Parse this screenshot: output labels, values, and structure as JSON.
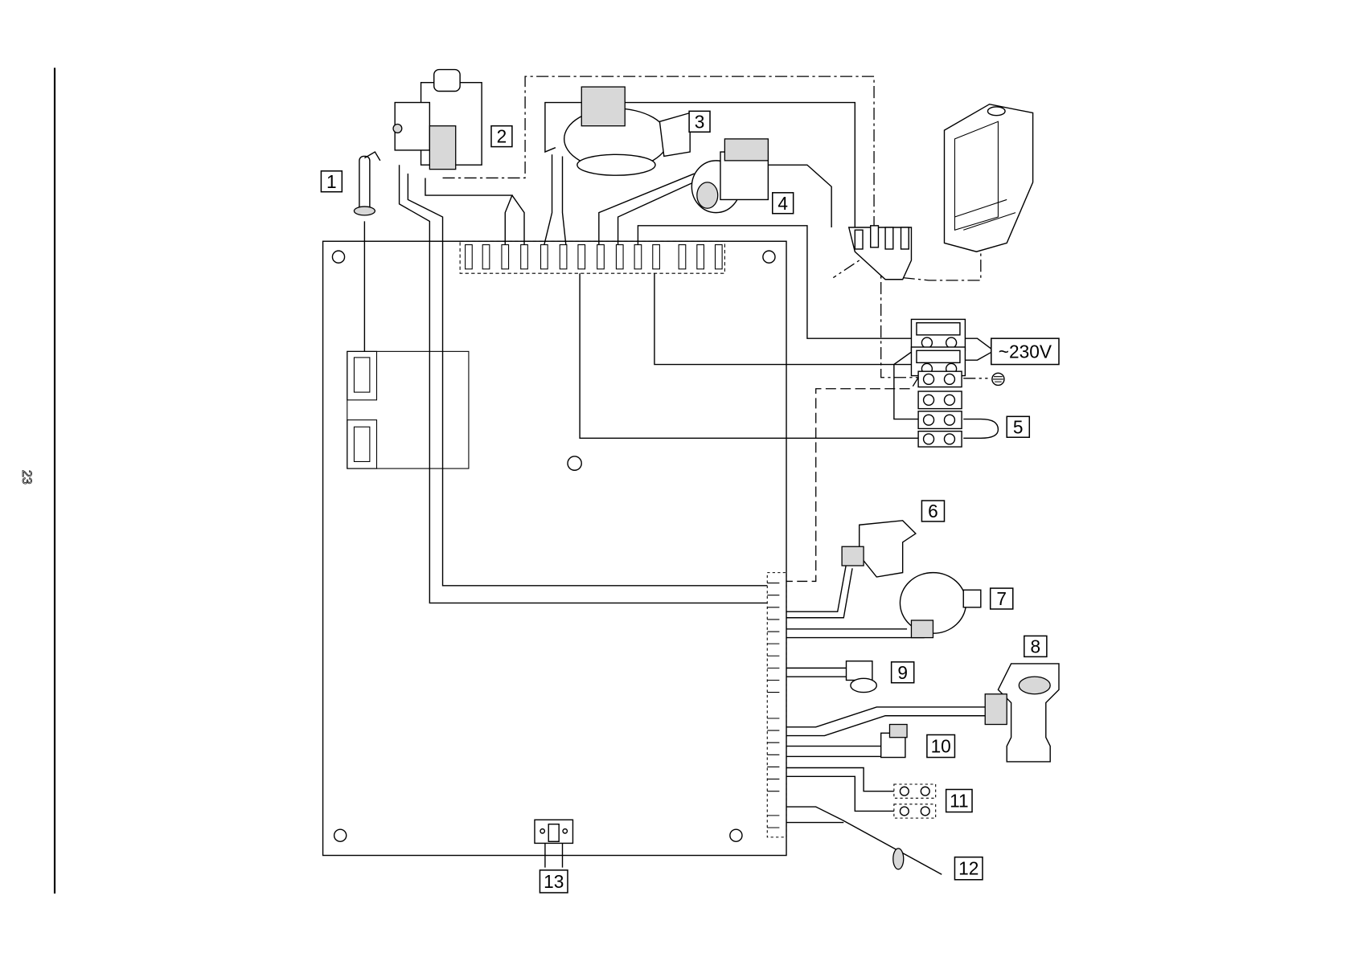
{
  "page_number": "23",
  "supply_label": "~230V",
  "earth_symbol": "earth-ground-icon",
  "component_labels": [
    "1",
    "2",
    "3",
    "4",
    "5",
    "6",
    "7",
    "8",
    "9",
    "10",
    "11",
    "12",
    "13"
  ],
  "colors": {
    "line": "#000000",
    "background": "#ffffff"
  }
}
